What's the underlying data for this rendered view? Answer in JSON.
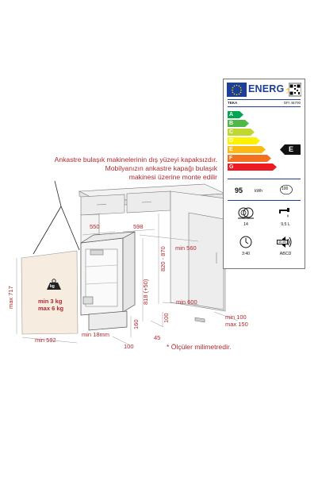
{
  "annotation": {
    "lines": [
      "Ankastre bulaşık makinelerinin dış yüzeyi kapaksızdır.",
      "Mobilyanızın ankastre kapağı bulaşık",
      "makinesi üzerine monte edilir"
    ]
  },
  "weight": {
    "icon": "kg",
    "line1": "min 3 kg",
    "line2": "max 6 kg"
  },
  "dimensions": {
    "w550": "550",
    "w598": "598",
    "min560": "min 560",
    "h820_870": "820 - 870",
    "h818": "818 (+50)",
    "min600": "min 600",
    "max717": "max 717",
    "min592": "min 592",
    "min18": "min 18mm",
    "h160": "160",
    "h100": "100",
    "d45": "45",
    "d100": "100",
    "min100": "min 100",
    "max150": "max 150"
  },
  "footnote": "* Ölçüler milimetredir.",
  "energy_label": {
    "title": "ENERG",
    "brand": "TEKA",
    "model": "DFI 46700",
    "classes": [
      {
        "letter": "A",
        "color": "#00a651"
      },
      {
        "letter": "B",
        "color": "#50b848"
      },
      {
        "letter": "C",
        "color": "#bfd730"
      },
      {
        "letter": "D",
        "color": "#fff200"
      },
      {
        "letter": "E",
        "color": "#fdb913"
      },
      {
        "letter": "F",
        "color": "#f37021"
      },
      {
        "letter": "G",
        "color": "#ed1c24"
      }
    ],
    "rating": "E",
    "kwh_value": "95",
    "kwh_unit": "kWh",
    "cycles": "100",
    "place_settings": "14",
    "water": "9,5 L",
    "duration": "3:40",
    "noise": "46 dB",
    "noise_class": "ABCD"
  }
}
